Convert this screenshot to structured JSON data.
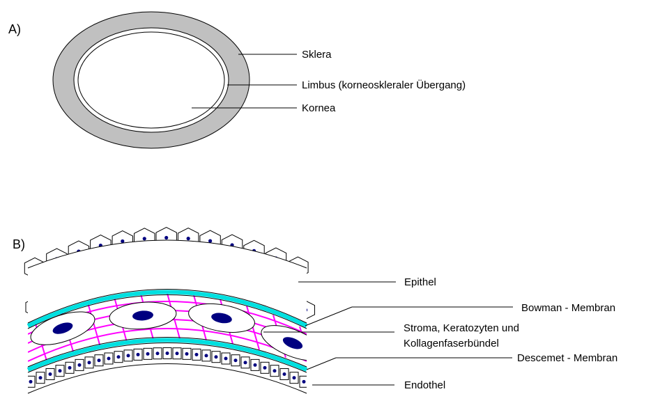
{
  "panel_a": {
    "letter": "A)",
    "labels": {
      "sklera": "Sklera",
      "limbus": "Limbus (korneoskleraler Übergang)",
      "kornea": "Kornea"
    }
  },
  "panel_b": {
    "letter": "B)",
    "labels": {
      "epithel": "Epithel",
      "bowman": "Bowman - Membran",
      "stroma_line1": "Stroma, Keratozyten und",
      "stroma_line2": "Kollagenfaserbündel",
      "descemet": "Descemet - Membran",
      "endothel": "Endothel"
    }
  },
  "colors": {
    "sclera": "#c0c0c0",
    "membrane": "#00e0e0",
    "collagen": "#ff00ff",
    "nucleus": "#000080",
    "outline": "#000000"
  }
}
